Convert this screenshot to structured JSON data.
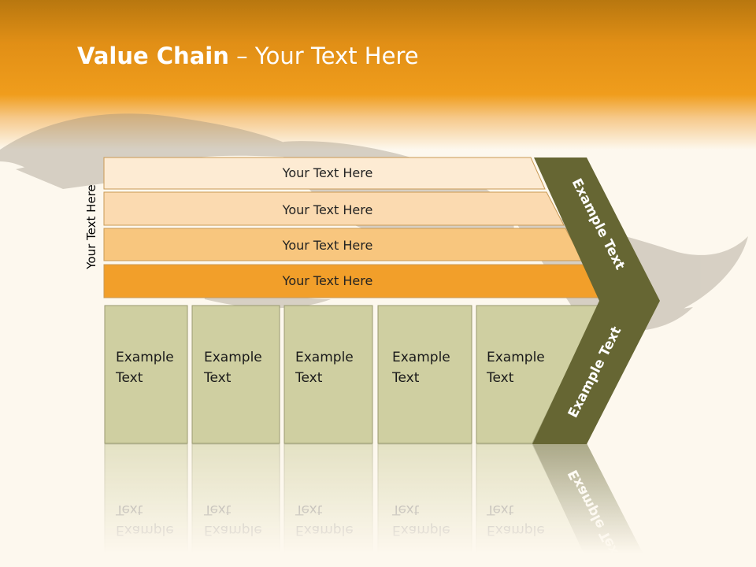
{
  "title": {
    "bold": "Value Chain",
    "rest": " – Your Text Here"
  },
  "side_label": "Your Text Here",
  "bars": [
    {
      "label": "Your Text Here",
      "fill": "#fdebd3"
    },
    {
      "label": "Your Text Here",
      "fill": "#fbdab0"
    },
    {
      "label": "Your Text Here",
      "fill": "#f8c67e"
    },
    {
      "label": "Your Text Here",
      "fill": "#f29f2a"
    }
  ],
  "boxes": [
    {
      "line1": "Example",
      "line2": "Text"
    },
    {
      "line1": "Example",
      "line2": "Text"
    },
    {
      "line1": "Example",
      "line2": "Text"
    },
    {
      "line1": "Example",
      "line2": "Text"
    },
    {
      "line1": "Example",
      "line2": "Text"
    }
  ],
  "chevron": {
    "upper_text": "Example Text",
    "lower_text": "Example Text",
    "fill": "#666633"
  },
  "colors": {
    "box_fill": "#cfcfa1",
    "box_stroke": "#9a9a70"
  }
}
